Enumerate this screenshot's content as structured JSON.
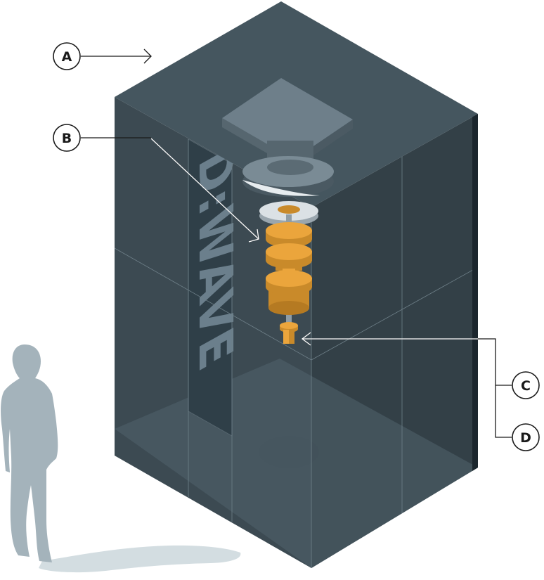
{
  "logo": {
    "text": "D:WAVE",
    "color": "#6b7f8c"
  },
  "callouts": [
    {
      "id": "a",
      "label": "A"
    },
    {
      "id": "b",
      "label": "B"
    },
    {
      "id": "c",
      "label": "C"
    },
    {
      "id": "d",
      "label": "D"
    }
  ],
  "colors": {
    "cabinet_top": "#44555f",
    "cabinet_left": "#2c3b44",
    "cabinet_right": "#233039",
    "cabinet_floor": "#55666f",
    "processor_orange": "#e9a23a",
    "plate_grey": "#6e7f8a",
    "silhouette": "#a4b3bb",
    "shadow": "#d3dde1"
  }
}
